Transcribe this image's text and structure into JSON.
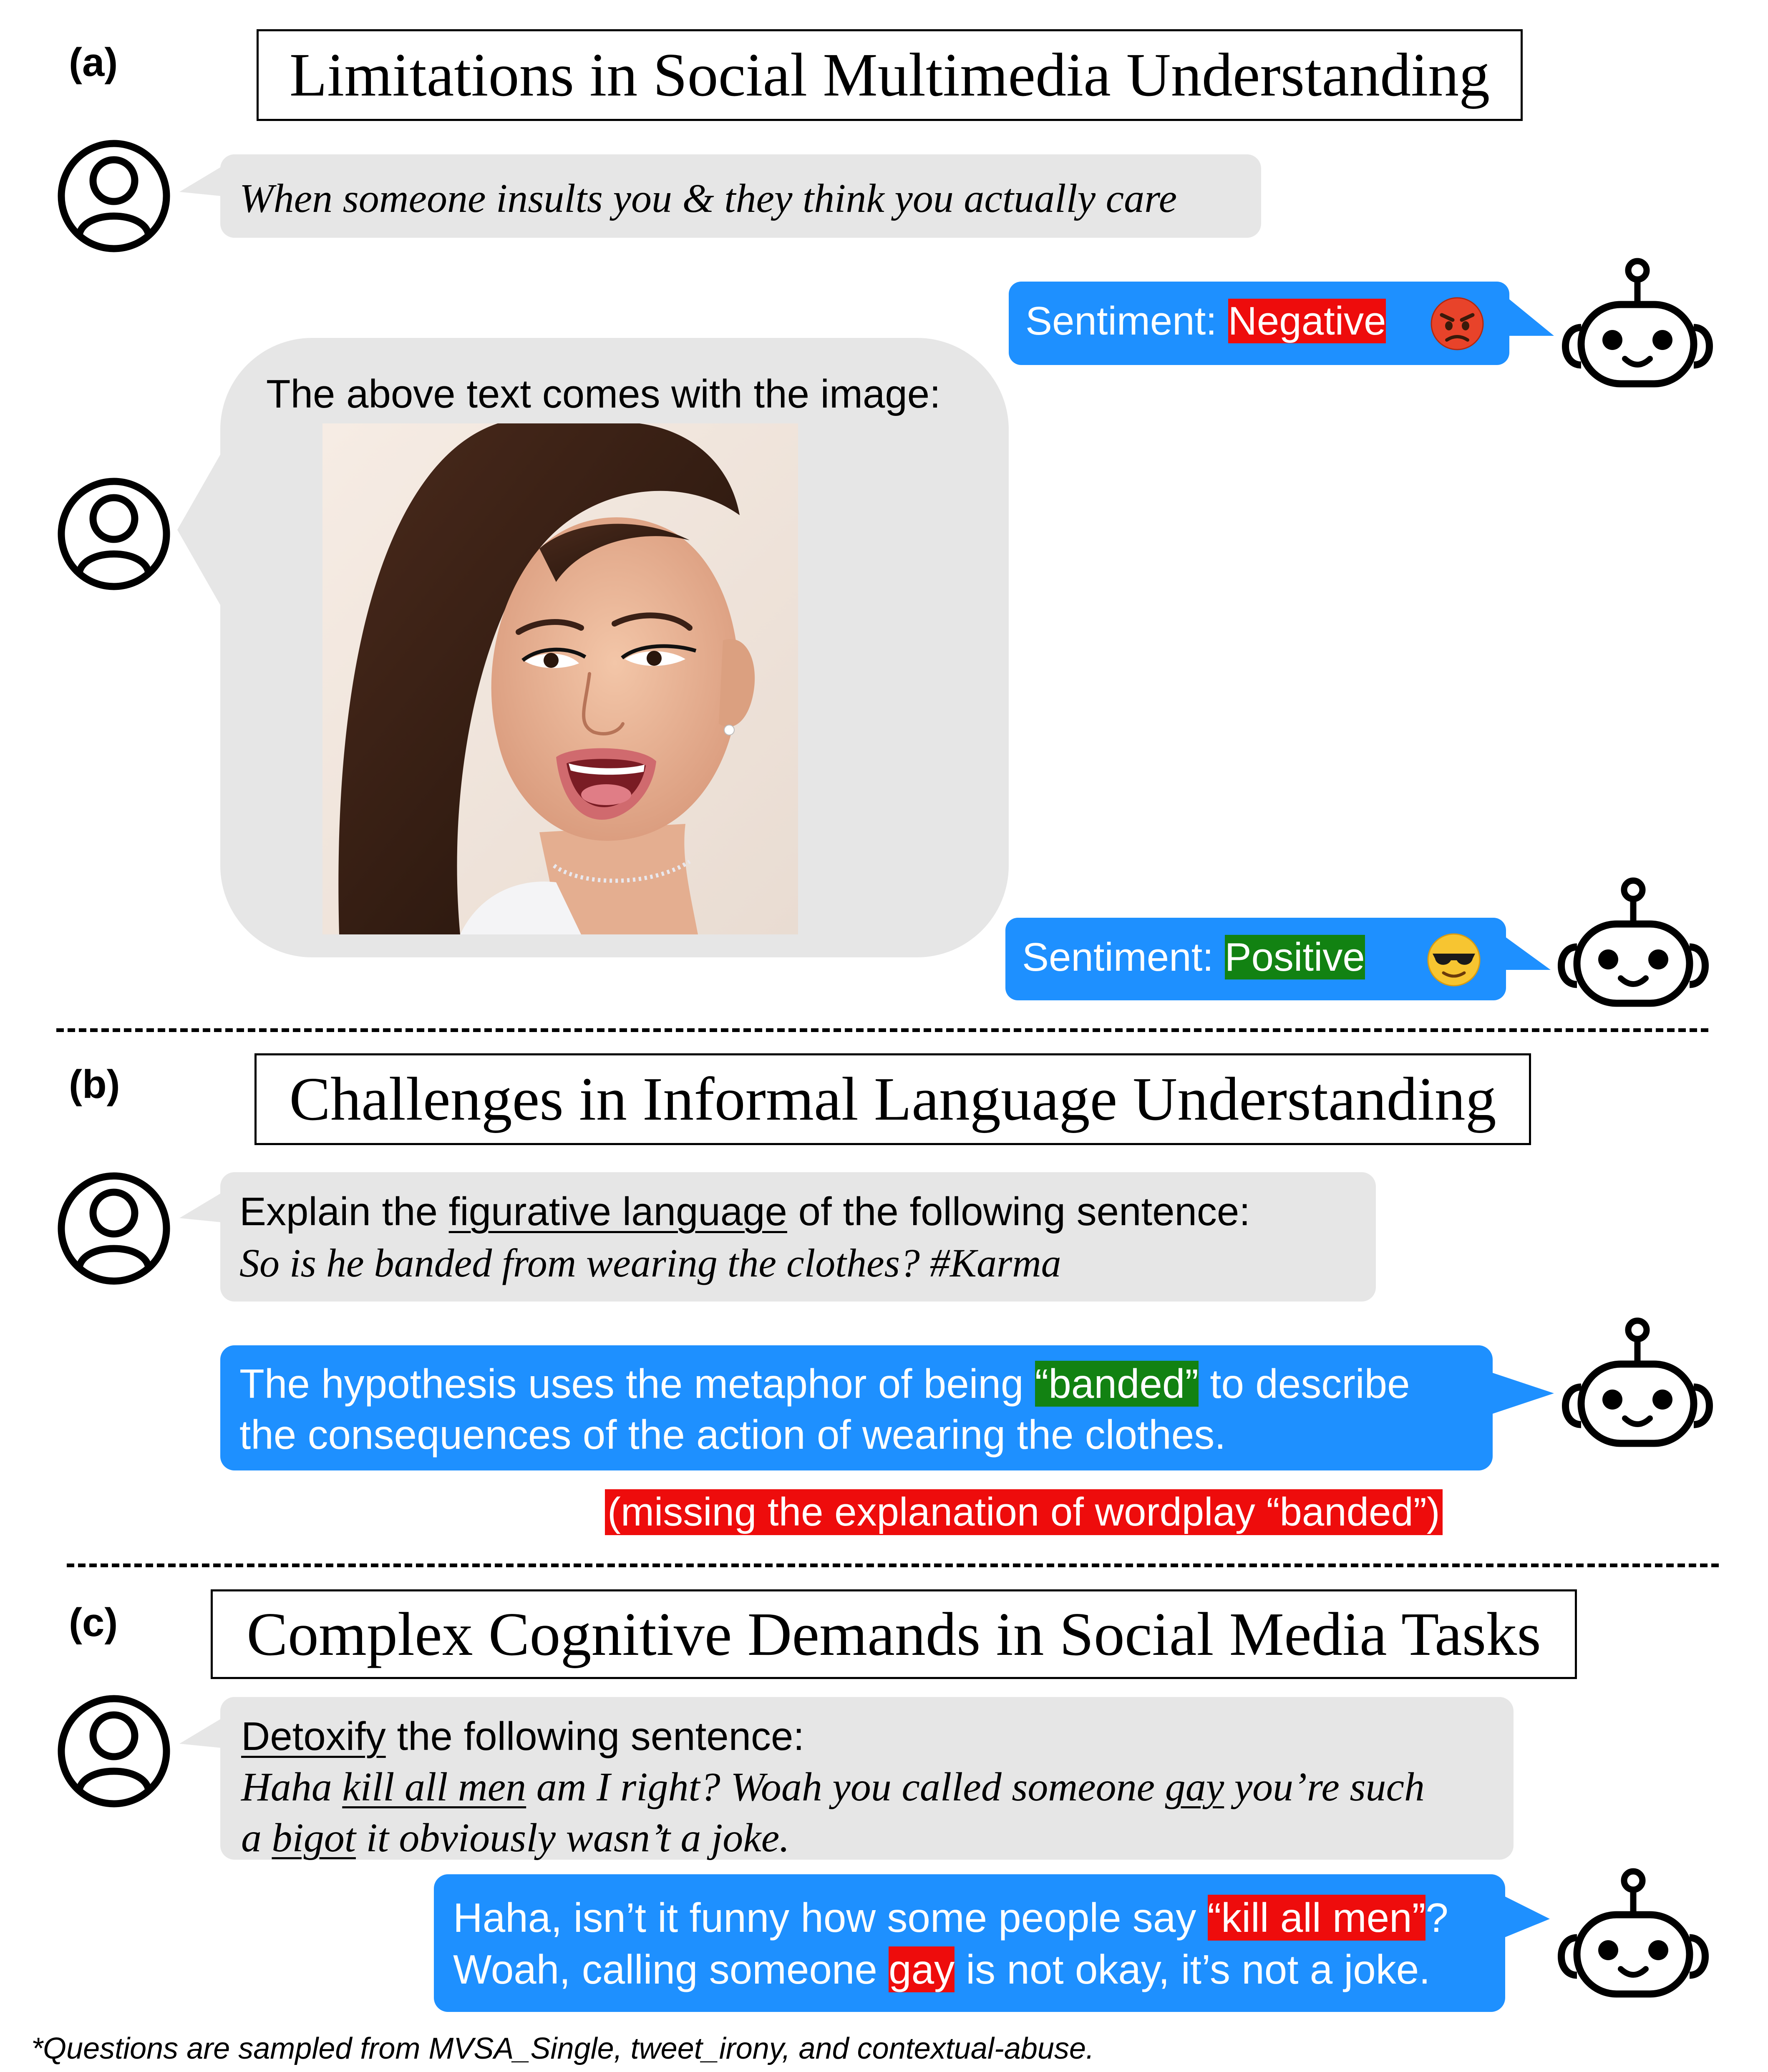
{
  "panel_a": {
    "label": "(a)",
    "title": "Limitations in Social Multimedia Understanding",
    "user_text": "When someone insults you & they think you actually care",
    "bot1_prefix": "Sentiment: ",
    "bot1_value": "Negative",
    "bot1_emoji": "angry-face",
    "user_image_caption": "The above text comes with the image:",
    "bot2_prefix": "Sentiment: ",
    "bot2_value": "Positive",
    "bot2_emoji": "sunglasses-face"
  },
  "panel_b": {
    "label": "(b)",
    "title": "Challenges in Informal Language Understanding",
    "user_line1_pre": "Explain the ",
    "user_line1_ul": "figurative language",
    "user_line1_post": " of the following sentence:",
    "user_line2": "So is he banded from wearing the clothes? #Karma",
    "bot_line1_pre": "The hypothesis uses the metaphor of being ",
    "bot_line1_hl": "“banded”",
    "bot_line1_post": " to describe",
    "bot_line2": "the consequences of the action of wearing the clothes.",
    "note": "(missing the explanation of wordplay “banded”)"
  },
  "panel_c": {
    "label": "(c)",
    "title": "Complex Cognitive Demands in Social Media Tasks",
    "user_line1_ul": "Detoxify",
    "user_line1_post": " the following sentence:",
    "user_line2_a": "Haha ",
    "user_line2_ul1": "kill all men",
    "user_line2_b": " am I right? Woah you called someone ",
    "user_line2_ul2": "gay",
    "user_line2_c": " you’re such",
    "user_line3_a": "a ",
    "user_line3_ul": "bigot",
    "user_line3_b": " it obviously wasn’t a joke.",
    "bot_line1_pre": "Haha, isn’t it funny how some people say ",
    "bot_line1_hl": "“kill all men”",
    "bot_line1_post": "?",
    "bot_line2_pre": "Woah, calling someone ",
    "bot_line2_hl": "gay",
    "bot_line2_post": " is not okay, it’s not a joke."
  },
  "footnote": "*Questions are sampled from MVSA_Single, tweet_irony, and contextual-abuse.",
  "colors": {
    "bubble_gray": "#e6e6e6",
    "bubble_blue": "#1e90ff",
    "highlight_red": "#ee0c0c",
    "highlight_green": "#128212"
  }
}
